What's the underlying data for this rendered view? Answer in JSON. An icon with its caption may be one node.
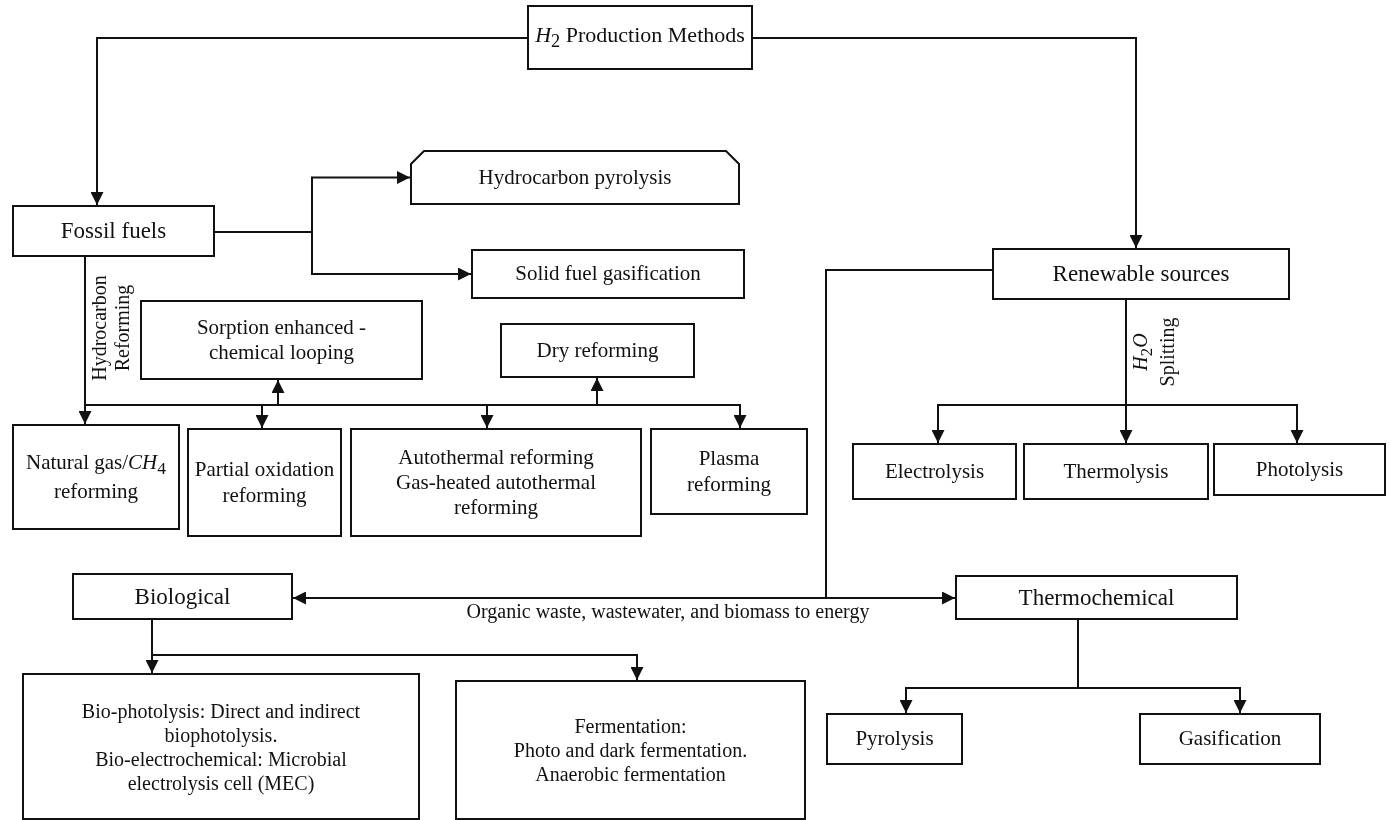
{
  "diagram": {
    "nodes": [
      {
        "text": [
          "*H*$_{2}$ Production Methods"
        ]
      },
      {
        "text": [
          "Fossil fuels"
        ]
      },
      {
        "text": [
          "Hydrocarbon pyrolysis"
        ]
      },
      {
        "text": [
          "Solid fuel gasification"
        ]
      },
      {
        "text": [
          "Sorption enhanced - chemical looping"
        ]
      },
      {
        "text": [
          "Dry reforming"
        ]
      },
      {
        "text": [
          "Natural gas/*CH*$_{4}$ reforming"
        ]
      },
      {
        "text": [
          "Partial oxidation reforming"
        ]
      },
      {
        "text": [
          "Autothermal reforming",
          "Gas-heated autothermal reforming"
        ]
      },
      {
        "text": [
          "Plasma reforming"
        ]
      },
      {
        "text": [
          "Renewable sources"
        ]
      },
      {
        "text": [
          "Electrolysis"
        ]
      },
      {
        "text": [
          "Thermolysis"
        ]
      },
      {
        "text": [
          "Photolysis"
        ]
      },
      {
        "text": [
          "Biological"
        ]
      },
      {
        "text": [
          "Thermochemical"
        ]
      },
      {
        "text": [
          "Bio-photolysis: Direct and indirect biophotolysis.",
          "Bio-electrochemical: Microbial electrolysis cell (MEC)"
        ]
      },
      {
        "text": [
          "Fermentation:",
          "Photo and dark fermentation.",
          "Anaerobic fermentation"
        ]
      },
      {
        "text": [
          "Pyrolysis"
        ]
      },
      {
        "text": [
          "Gasification"
        ]
      }
    ],
    "edges": [
      {
        "from": 0,
        "to": 1,
        "arrow": "to"
      },
      {
        "from": 0,
        "to": 10,
        "arrow": "to"
      },
      {
        "from": 1,
        "to": 2,
        "arrow": "to"
      },
      {
        "from": 1,
        "to": 3,
        "arrow": "to"
      },
      {
        "from": 1,
        "to": 6,
        "arrow": "to",
        "label": "Hydrocarbon Reforming"
      },
      {
        "from": 1,
        "to": 4,
        "arrow": "to"
      },
      {
        "from": 1,
        "to": 7,
        "arrow": "to"
      },
      {
        "from": 1,
        "to": 8,
        "arrow": "to"
      },
      {
        "from": 1,
        "to": 5,
        "arrow": "to"
      },
      {
        "from": 1,
        "to": 9,
        "arrow": "to"
      },
      {
        "from": 10,
        "to": 11,
        "arrow": "to"
      },
      {
        "from": 10,
        "to": 12,
        "arrow": "to",
        "label": "*H*$_{2}$*O* Splitting"
      },
      {
        "from": 10,
        "to": 13,
        "arrow": "to"
      },
      {
        "from": 10,
        "to": 14,
        "arrow": "to"
      },
      {
        "from": 10,
        "to": 15,
        "arrow": "to",
        "label": "Organic waste, wastewater, and biomass to energy"
      },
      {
        "from": 14,
        "to": 16,
        "arrow": "to"
      },
      {
        "from": 14,
        "to": 17,
        "arrow": "to"
      },
      {
        "from": 15,
        "to": 18,
        "arrow": "to"
      },
      {
        "from": 15,
        "to": 19,
        "arrow": "to"
      }
    ]
  }
}
